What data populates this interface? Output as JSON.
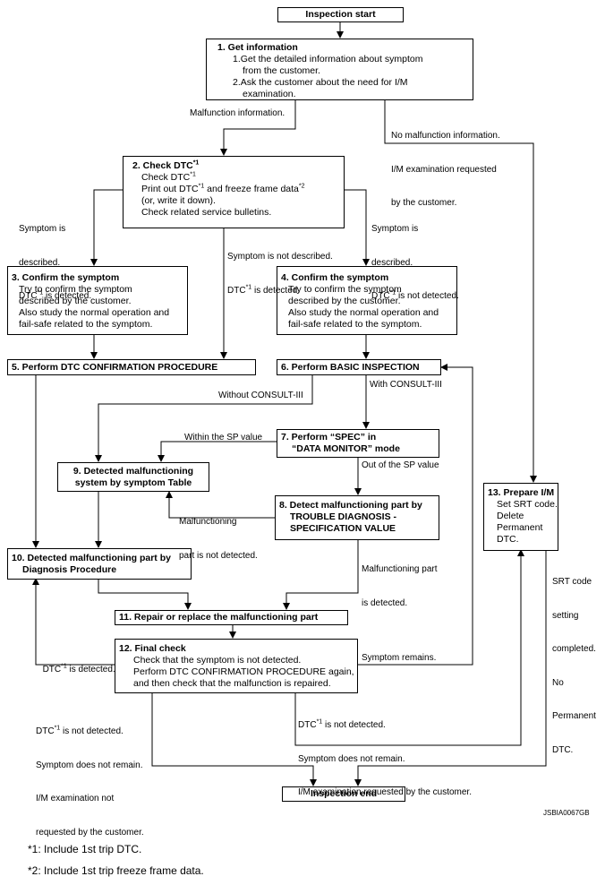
{
  "start": "Inspection start",
  "end": "Inspection end",
  "b1": {
    "title": "1. Get information",
    "l1": "1.Get the detailed information about symptom",
    "l2": "from the customer.",
    "l3": "2.Ask the customer about the need for I/M",
    "l4": "examination."
  },
  "b2": {
    "title": "2. Check DTC",
    "title_sup": "*1",
    "l1": "Check DTC",
    "l1_sup": "*1",
    "l2a": "Print out DTC",
    "l2_sup1": "*1",
    "l2b": " and freeze frame data",
    "l2_sup2": "*2",
    "l3": "(or, write it down).",
    "l4": "Check related service bulletins."
  },
  "b3": {
    "title": "3. Confirm the symptom",
    "l1": "Try to confirm the symptom",
    "l2": "described by the customer.",
    "l3": "Also study the normal operation and",
    "l4": "fail-safe related to the symptom."
  },
  "b4": {
    "title": "4. Confirm the symptom",
    "l1": "Try to confirm the symptom",
    "l2": "described by the customer.",
    "l3": "Also study the normal operation and",
    "l4": "fail-safe related to the symptom."
  },
  "b5": "5. Perform DTC CONFIRMATION PROCEDURE",
  "b6": "6. Perform BASIC INSPECTION",
  "b7": {
    "l1": "7. Perform “SPEC” in",
    "l2": "“DATA MONITOR” mode"
  },
  "b8": {
    "l1": "8. Detect malfunctioning part by",
    "l2": "TROUBLE DIAGNOSIS -",
    "l3": "SPECIFICATION VALUE"
  },
  "b9": {
    "l1": "9. Detected malfunctioning",
    "l2": "system by symptom Table"
  },
  "b10": {
    "l1": "10. Detected malfunctioning part by",
    "l2": "Diagnosis Procedure"
  },
  "b11": "11. Repair or replace the malfunctioning part",
  "b12": {
    "title": "12. Final check",
    "l1": "Check that the symptom is not detected.",
    "l2": "Perform DTC CONFIRMATION PROCEDURE again,",
    "l3": "and then check that the malfunction is repaired."
  },
  "b13": {
    "title": "13. Prepare I/M",
    "l1": "Set SRT code.",
    "l2": "Delete",
    "l3": "Permanent",
    "l4": "DTC."
  },
  "labels": {
    "malfunction_info": "Malfunction information.",
    "no_malfunction": {
      "l1": "No malfunction information.",
      "l2": "I/M examination requested",
      "l3": "by the customer."
    },
    "sym_desc_detected": {
      "l1": "Symptom is",
      "l2": "described.",
      "l3a": "DTC",
      "l3_sup": "*1",
      "l3b": " is detected."
    },
    "sym_desc_not_detected": {
      "l1": "Symptom is",
      "l2": "described.",
      "l3a": "DTC",
      "l3_sup": "*1",
      "l3b": " is not detected."
    },
    "sym_not_described": {
      "l1": "Symptom is not described.",
      "l2a": "DTC",
      "l2_sup": "*1",
      "l2b": " is detected."
    },
    "without_consult": "Without CONSULT-III",
    "with_consult": "With CONSULT-III",
    "within_sp": "Within the SP value",
    "out_of_sp": "Out of the SP value",
    "mf_not_detected": {
      "l1": "Malfunctioning",
      "l2": "part is not detected."
    },
    "mf_detected": {
      "l1": "Malfunctioning part",
      "l2": "is detected."
    },
    "dtc_detected": {
      "a": "DTC",
      "sup": "*1",
      "b": " is detected."
    },
    "symptom_remains": "Symptom remains.",
    "left_end": {
      "l1a": "DTC",
      "l1_sup": "*1",
      "l1b": " is not detected.",
      "l2": "Symptom does not remain.",
      "l3": "I/M examination not",
      "l4": "requested by the customer."
    },
    "mid_end": {
      "l1a": "DTC",
      "l1_sup": "*1",
      "l1b": " is not detected.",
      "l2": "Symptom does not remain.",
      "l3": "I/M examination requested by the customer."
    },
    "srt_done": {
      "l1": "SRT code",
      "l2": "setting",
      "l3": "completed.",
      "l4": "No",
      "l5": "Permanent",
      "l6": "DTC."
    }
  },
  "code": "JSBIA0067GB",
  "footnotes": {
    "f1": "*1: Include 1st trip DTC.",
    "f2": "*2: Include 1st trip freeze frame data."
  }
}
